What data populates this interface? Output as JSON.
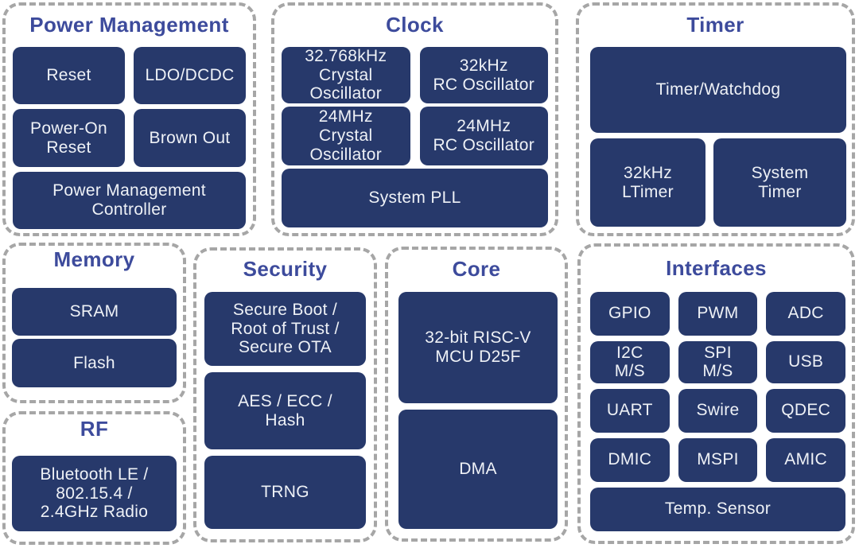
{
  "colors": {
    "background": "#ffffff",
    "section_border": "#a6a6a6",
    "section_title_text": "#3d4b9c",
    "block_fill": "#27396b",
    "block_text": "#eef1f6"
  },
  "sections": {
    "power_management": {
      "title": "Power Management",
      "blocks": [
        "Reset",
        "LDO/DCDC",
        "Power-On\nReset",
        "Brown Out",
        "Power Management\nController"
      ]
    },
    "clock": {
      "title": "Clock",
      "blocks": [
        "32.768kHz\nCrystal\nOscillator",
        "32kHz\nRC Oscillator",
        "24MHz\nCrystal\nOscillator",
        "24MHz\nRC Oscillator",
        "System PLL"
      ]
    },
    "timer": {
      "title": "Timer",
      "blocks": [
        "Timer/Watchdog",
        "32kHz\nLTimer",
        "System\nTimer"
      ]
    },
    "memory": {
      "title": "Memory",
      "blocks": [
        "SRAM",
        "Flash"
      ]
    },
    "rf": {
      "title": "RF",
      "blocks": [
        "Bluetooth LE /\n802.15.4 /\n2.4GHz Radio"
      ]
    },
    "security": {
      "title": "Security",
      "blocks": [
        "Secure Boot /\nRoot of Trust /\nSecure OTA",
        "AES / ECC /\nHash",
        "TRNG"
      ]
    },
    "core": {
      "title": "Core",
      "blocks": [
        "32-bit RISC-V\nMCU D25F",
        "DMA"
      ]
    },
    "interfaces": {
      "title": "Interfaces",
      "blocks": [
        "GPIO",
        "PWM",
        "ADC",
        "I2C\nM/S",
        "SPI\nM/S",
        "USB",
        "UART",
        "Swire",
        "QDEC",
        "DMIC",
        "MSPI",
        "AMIC",
        "Temp. Sensor"
      ]
    }
  }
}
